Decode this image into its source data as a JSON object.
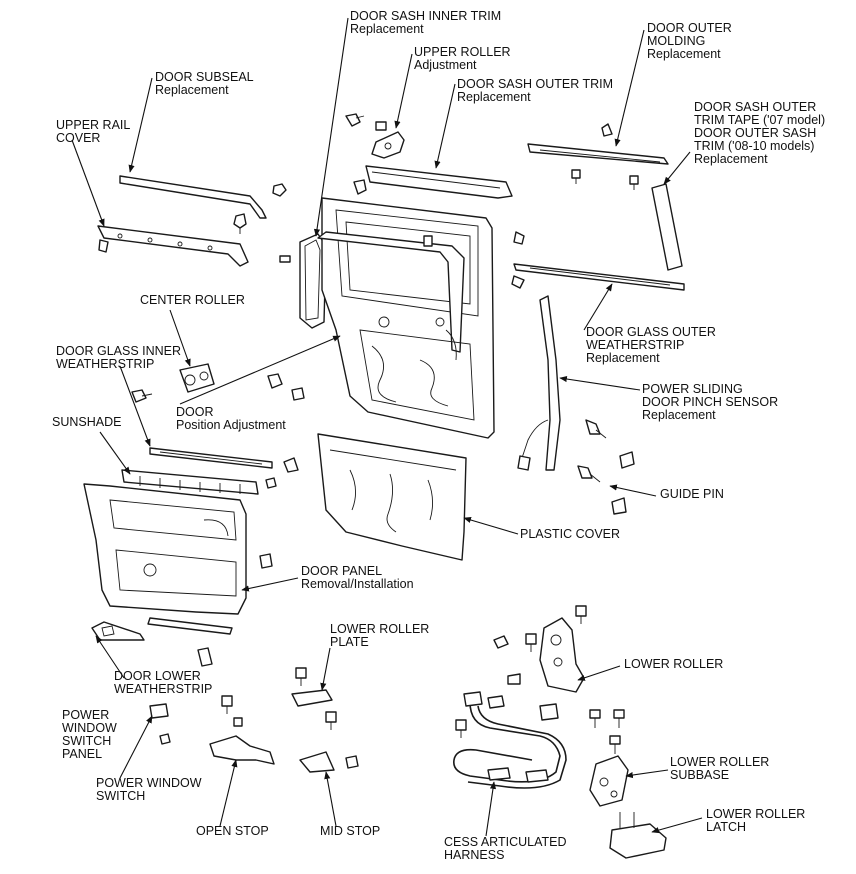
{
  "labels": {
    "door_sash_inner_trim": "DOOR SASH INNER TRIM\nReplacement",
    "upper_roller": "UPPER ROLLER\nAdjustment",
    "door_sash_outer_trim": "DOOR SASH OUTER TRIM\nReplacement",
    "door_outer_molding": "DOOR OUTER\nMOLDING\nReplacement",
    "door_subseal": "DOOR SUBSEAL\nReplacement",
    "upper_rail_cover": "UPPER RAIL\nCOVER",
    "sash_outer_trim_tape": "DOOR SASH OUTER\nTRIM TAPE ('07 model)\nDOOR OUTER SASH\nTRIM ('08-10 models)\nReplacement",
    "center_roller": "CENTER ROLLER",
    "door_glass_inner_weatherstrip": "DOOR GLASS INNER\nWEATHERSTRIP",
    "door_glass_outer_weatherstrip": "DOOR GLASS OUTER\nWEATHERSTRIP\nReplacement",
    "door_position": "DOOR\nPosition Adjustment",
    "power_sliding_pinch_sensor": "POWER SLIDING\nDOOR PINCH SENSOR\nReplacement",
    "sunshade": "SUNSHADE",
    "guide_pin": "GUIDE PIN",
    "plastic_cover": "PLASTIC COVER",
    "door_panel": "DOOR PANEL\nRemoval/Installation",
    "lower_roller_plate": "LOWER ROLLER\nPLATE",
    "lower_roller": "LOWER ROLLER",
    "door_lower_weatherstrip": "DOOR LOWER\nWEATHERSTRIP",
    "power_window_switch_panel": "POWER\nWINDOW\nSWITCH\nPANEL",
    "power_window_switch": "POWER WINDOW\nSWITCH",
    "lower_roller_subbase": "LOWER ROLLER\nSUBBASE",
    "lower_roller_latch": "LOWER ROLLER\nLATCH",
    "open_stop": "OPEN STOP",
    "mid_stop": "MID STOP",
    "cess_harness": "CESS ARTICULATED\nHARNESS"
  }
}
